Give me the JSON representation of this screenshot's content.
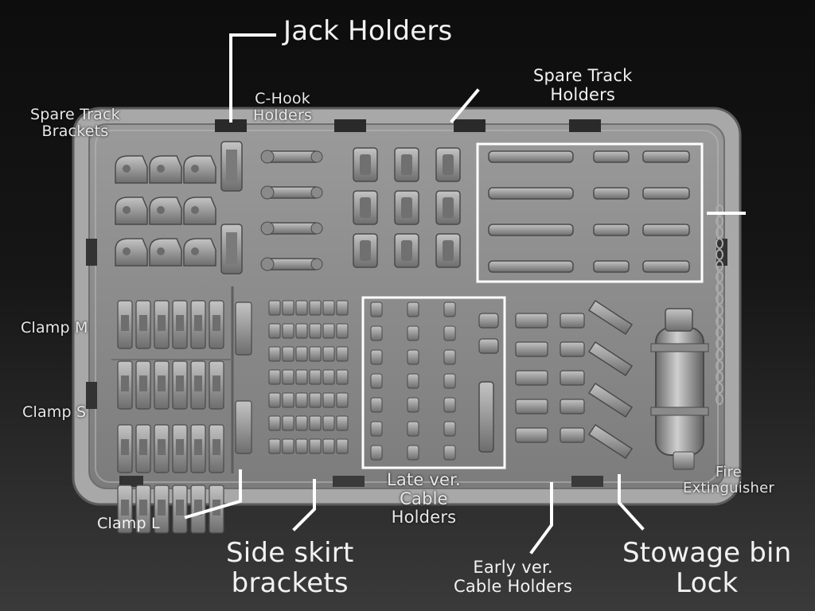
{
  "labels": {
    "jack_holders": "Jack Holders",
    "spare_track_brackets": "Spare Track\nBrackets",
    "c_hook_holders": "C-Hook\nHolders",
    "spare_track_holders": "Spare Track\nHolders",
    "clamp_m": "Clamp M",
    "clamp_s": "Clamp S",
    "clamp_l": "Clamp L",
    "side_skirt_brackets": "Side skirt\nbrackets",
    "late_cable_holders": "Late ver.\nCable\nHolders",
    "early_cable_holders": "Early ver.\nCable Holders",
    "stowage_bin_lock": "Stowage bin\nLock",
    "fire_extinguisher": "Fire\nExtinguisher"
  },
  "colors": {
    "background": "#141414",
    "tray": "#8c8c8c",
    "tray_rim": "#a3a3a3",
    "parts": "#9a9a9a",
    "callout": "#ffffff"
  },
  "icons": {
    "tray": "sprue-tray",
    "parts": "resin-parts"
  }
}
